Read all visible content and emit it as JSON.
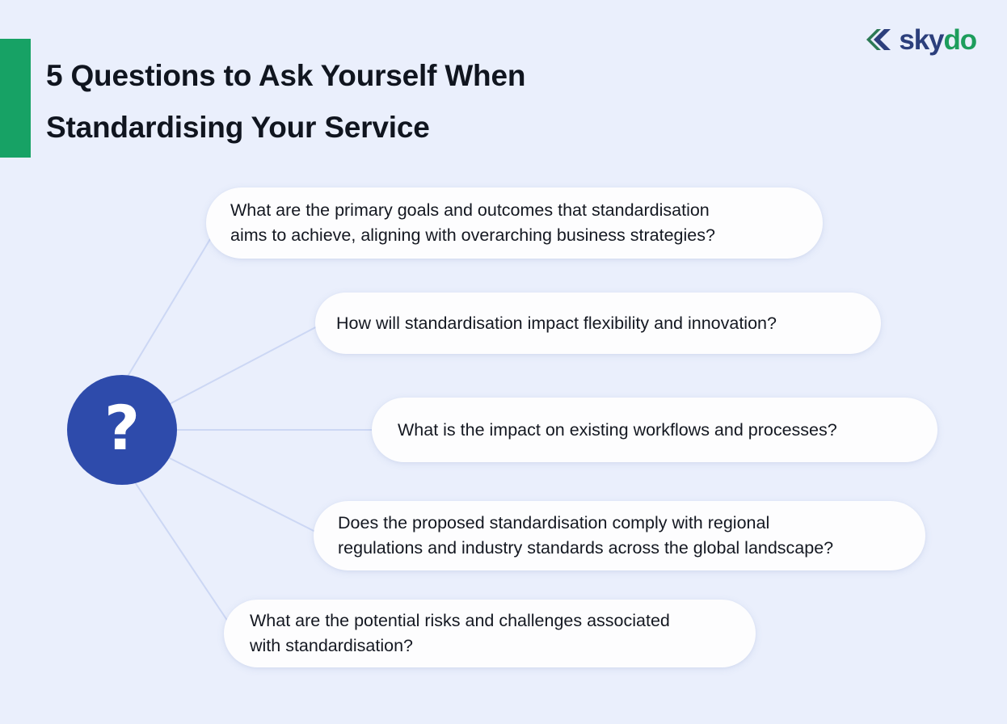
{
  "header": {
    "title_line_1": "5 Questions to Ask Yourself When",
    "title_line_2": "Standardising Your Service",
    "accent_color": "#17a265"
  },
  "logo": {
    "mark_name": "skydo-chevron-mark",
    "word_part_1": "sky",
    "word_part_2": "do",
    "color_blue": "#2c3f7c",
    "color_green": "#1d9d5c"
  },
  "diagram": {
    "hub": {
      "glyph": "?",
      "background_color": "#2e4bab",
      "glyph_color": "#ffffff"
    },
    "connector_color": "#ccd7f4",
    "background_color": "#eaeffc",
    "questions": [
      {
        "id": "q1",
        "line_1": "What are the primary goals and outcomes that standardisation",
        "line_2": "aims to achieve, aligning with overarching business strategies?"
      },
      {
        "id": "q2",
        "line_1": "How will standardisation impact flexibility and innovation?",
        "line_2": ""
      },
      {
        "id": "q3",
        "line_1": "What is the impact on existing workflows and processes?",
        "line_2": ""
      },
      {
        "id": "q4",
        "line_1": "Does the proposed standardisation comply with regional",
        "line_2": "regulations and industry standards across the global landscape?"
      },
      {
        "id": "q5",
        "line_1": "What are the potential risks and challenges associated",
        "line_2": "with standardisation?"
      }
    ]
  }
}
